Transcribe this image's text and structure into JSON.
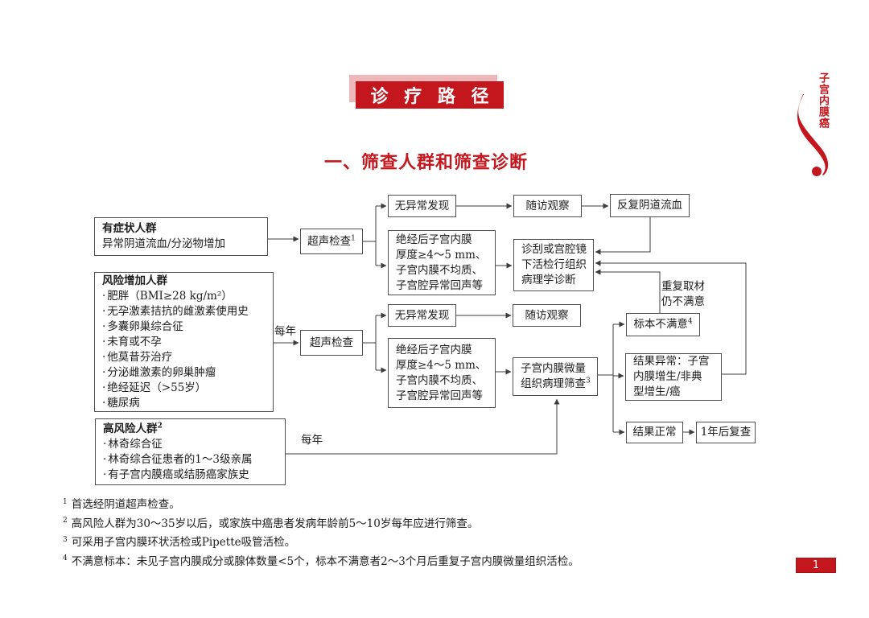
{
  "banner": {
    "title": "诊 疗 路 径"
  },
  "side_tab": {
    "text": "子宫内膜癌"
  },
  "section_title": "一、筛查人群和筛查诊断",
  "page_number": "1",
  "colors": {
    "accent_red": "#c3161d",
    "shadow_pink": "#eeb8bb",
    "box_border": "#4f4f4f",
    "connector": "#3d3d3d",
    "text": "#1c1c1c"
  },
  "flowchart": {
    "symptomatic": {
      "title": "有症状人群",
      "line": "异常阴道流血/分泌物增加"
    },
    "ultrasound_1": {
      "label": "超声检查",
      "sup": "1"
    },
    "no_abnormal_1": "无异常发现",
    "followup_1": "随访观察",
    "recurrent_bleeding": "反复阴道流血",
    "abnormal_us_1": {
      "lines": [
        "绝经后子宫内膜",
        "厚度≥4～5 mm、",
        "子宫内膜不均质、",
        "子宫腔异常回声等"
      ]
    },
    "curettage": {
      "lines": [
        "诊刮或宫腔镜",
        "下活检行组织",
        "病理学诊断"
      ]
    },
    "risk_increased": {
      "title": "风险增加人群",
      "items": [
        "肥胖（BMI≥28 kg/m²）",
        "无孕激素拮抗的雌激素使用史",
        "多囊卵巢综合征",
        "未育或不孕",
        "他莫昔芬治疗",
        "分泌雌激素的卵巢肿瘤",
        "绝经延迟（>55岁）",
        "糖尿病"
      ]
    },
    "ultrasound_2": {
      "label": "超声检查"
    },
    "no_abnormal_2": "无异常发现",
    "followup_2": "随访观察",
    "abnormal_us_2": {
      "lines": [
        "绝经后子宫内膜",
        "厚度≥4～5 mm、",
        "子宫内膜不均质、",
        "子宫腔异常回声等"
      ]
    },
    "micro_screening": {
      "lines": [
        "子宫内膜微量",
        "组织病理筛查"
      ],
      "sup": "3"
    },
    "high_risk": {
      "title": "高风险人群",
      "sup": "2",
      "items": [
        "林奇综合征",
        "林奇综合征患者的1～3级亲属",
        "有子宫内膜癌或结肠癌家族史"
      ]
    },
    "sample_unsat": {
      "label": "标本不满意",
      "sup": "4"
    },
    "result_abnormal": {
      "lines": [
        "结果异常：子宫",
        "内膜增生/非典",
        "型增生/癌"
      ]
    },
    "result_normal": "结果正常",
    "recheck_1year": "1年后复查",
    "labels": {
      "every_year_1": "每年",
      "every_year_2": "每年",
      "repeat_sampling": [
        "重复取材",
        "仍不满意"
      ]
    }
  },
  "footnotes": [
    {
      "sup": "1",
      "text": "首选经阴道超声检查。"
    },
    {
      "sup": "2",
      "text": "高风险人群为30～35岁以后，或家族中癌患者发病年龄前5～10岁每年应进行筛查。"
    },
    {
      "sup": "3",
      "text": "可采用子宫内膜环状活检或Pipette吸管活检。"
    },
    {
      "sup": "4",
      "text": "不满意标本：未见子宫内膜成分或腺体数量<5个，标本不满意者2～3个月后重复子宫内膜微量组织活检。"
    }
  ]
}
